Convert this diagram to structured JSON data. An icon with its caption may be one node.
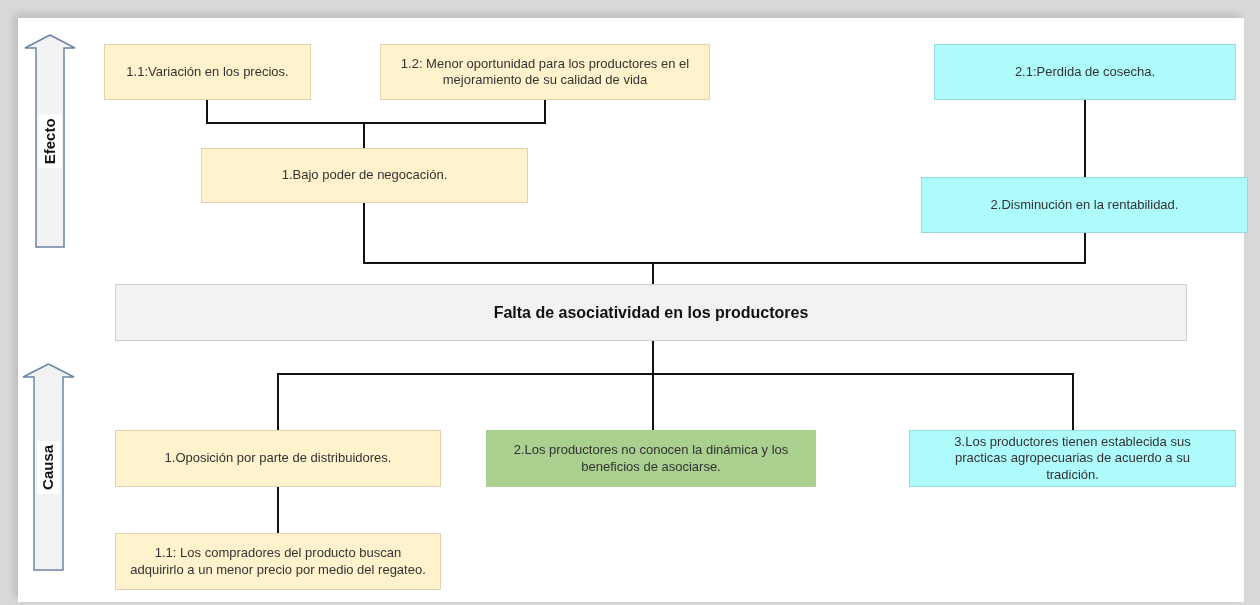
{
  "diagram": {
    "nodes": [
      {
        "text": [
          "Efecto"
        ]
      },
      {
        "text": [
          "1.1:Variación en los precios."
        ]
      },
      {
        "text": [
          "1.2:  Menor oportunidad para los productores en el mejoramiento de su calidad de vida"
        ]
      },
      {
        "text": [
          "2.1:Perdida de cosecha."
        ]
      },
      {
        "text": [
          "1.Bajo poder de negocación."
        ]
      },
      {
        "text": [
          "2.Disminución en la rentabilidad."
        ]
      },
      {
        "text": [
          "Falta de asociatividad en los productores"
        ]
      },
      {
        "text": [
          "Causa"
        ]
      },
      {
        "text": [
          "1.Oposición por parte de distribuidores."
        ]
      },
      {
        "text": [
          "2.Los productores no conocen la dinámica y los beneficios de asociarse."
        ]
      },
      {
        "text": [
          "3.Los productores tienen establecida sus practicas agropecuarias de acuerdo a su tradición."
        ]
      },
      {
        "text": [
          "1.1: Los compradores del producto buscan adquirirlo a un menor precio por medio del regateo."
        ]
      }
    ],
    "edges": [
      {
        "from": 1,
        "to": 4,
        "arrow": "none"
      },
      {
        "from": 2,
        "to": 4,
        "arrow": "none"
      },
      {
        "from": 3,
        "to": 5,
        "arrow": "none"
      },
      {
        "from": 4,
        "to": 6,
        "arrow": "none"
      },
      {
        "from": 5,
        "to": 6,
        "arrow": "none"
      },
      {
        "from": 6,
        "to": 8,
        "arrow": "none"
      },
      {
        "from": 6,
        "to": 9,
        "arrow": "none"
      },
      {
        "from": 6,
        "to": 10,
        "arrow": "none"
      },
      {
        "from": 8,
        "to": 11,
        "arrow": "none"
      }
    ]
  }
}
